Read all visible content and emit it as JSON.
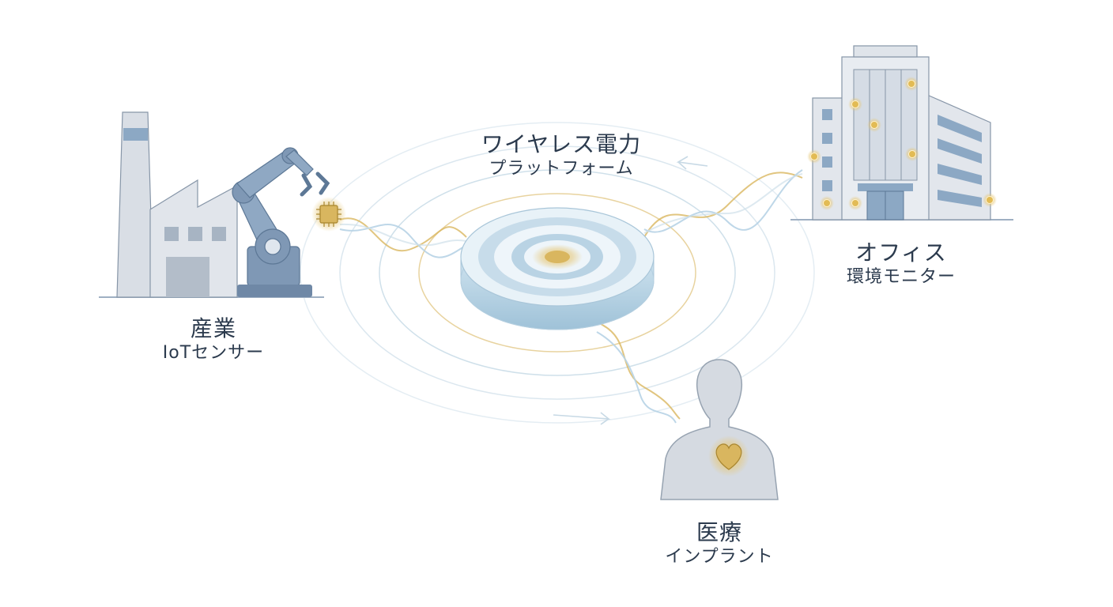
{
  "center": {
    "title": "ワイヤレス電力",
    "subtitle": "プラットフォーム"
  },
  "industrial": {
    "title": "産業",
    "subtitle": "IoTセンサー"
  },
  "office": {
    "title": "オフィス",
    "subtitle": "環境モニター"
  },
  "medical": {
    "title": "医療",
    "subtitle": "インプラント"
  },
  "colors": {
    "steel": "#7f98b5",
    "steel_dark": "#5d7896",
    "light_gray": "#d8dde4",
    "gold": "#d9b65f",
    "ring_blue": "#bcd6e6",
    "text": "#2b3a4d"
  }
}
